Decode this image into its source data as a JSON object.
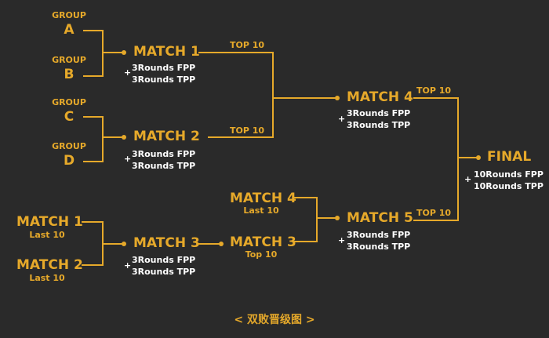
{
  "group_word": "GROUP",
  "groups": [
    "A",
    "B",
    "C",
    "D"
  ],
  "matches": {
    "m1": {
      "label": "MATCH 1",
      "fpp": "3Rounds FPP",
      "tpp": "3Rounds TPP"
    },
    "m2": {
      "label": "MATCH 2",
      "fpp": "3Rounds FPP",
      "tpp": "3Rounds TPP"
    },
    "m3": {
      "label": "MATCH 3",
      "fpp": "3Rounds FPP",
      "tpp": "3Rounds TPP"
    },
    "m4": {
      "label": "MATCH 4",
      "fpp": "3Rounds FPP",
      "tpp": "3Rounds TPP"
    },
    "m5": {
      "label": "MATCH 5",
      "fpp": "3Rounds FPP",
      "tpp": "3Rounds TPP"
    },
    "final": {
      "label": "FINAL",
      "fpp": "10Rounds FPP",
      "tpp": "10Rounds TPP"
    }
  },
  "loser_bracket": {
    "left_m1": {
      "label": "MATCH 1",
      "sub": "Last 10"
    },
    "left_m2": {
      "label": "MATCH 2",
      "sub": "Last 10"
    },
    "mid_m4": {
      "label": "MATCH 4",
      "sub": "Last 10"
    },
    "mid_m3": {
      "label": "MATCH 3",
      "sub": "Top 10"
    }
  },
  "plus": "+",
  "top10": "TOP 10",
  "footer_title": "< 双败晋级图 >",
  "colors": {
    "background": "#2a2a2a",
    "accent": "#e6a92a",
    "text": "#ffffff"
  }
}
